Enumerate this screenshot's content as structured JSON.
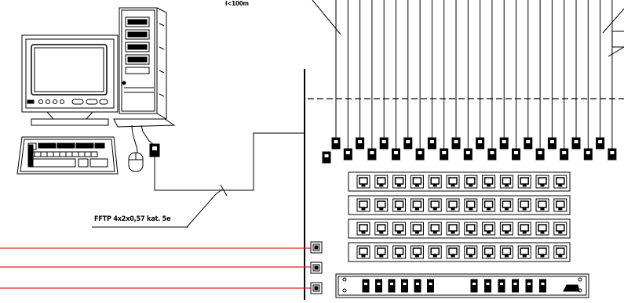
{
  "labels": {
    "distance": "l<100m",
    "cable_type": "FFTP 4x2x0,57 kat. 5e"
  },
  "colors": {
    "line": "#000000",
    "cable_red": "#e02020",
    "background": "#ffffff"
  },
  "panel": {
    "rows": 4,
    "ports_per_row": 12,
    "drop_cables": 24
  },
  "icons": [
    "computer-monitor-icon",
    "pc-tower-icon",
    "keyboard-icon",
    "mouse-icon",
    "rj45-plug-icon",
    "wall-socket-icon",
    "network-switch-icon"
  ]
}
